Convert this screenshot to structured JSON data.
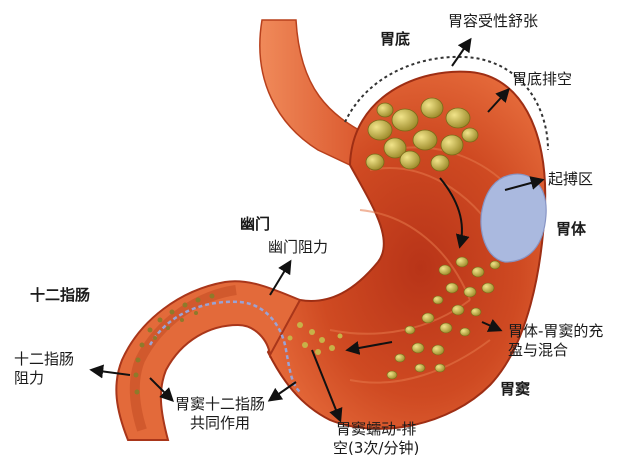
{
  "labels": {
    "fundus": "胃底",
    "receptive_relaxation": "胃容受性舒张",
    "fundus_emptying": "胃底排空",
    "pacemaker_zone": "起搏区",
    "body": "胃体",
    "pylorus": "幽门",
    "pyloric_resistance": "幽门阻力",
    "duodenum": "十二指肠",
    "duodenal_resistance_l1": "十二指肠",
    "duodenal_resistance_l2": "阻力",
    "antro_duodenal_l1": "胃窦十二指肠",
    "antro_duodenal_l2": "共同作用",
    "antral_peristalsis_l1": "胃窦蠕动-排",
    "antral_peristalsis_l2": "空(3次/分钟)",
    "filling_mixing_l1": "胃体-胃窦的充",
    "filling_mixing_l2": "盈与混合",
    "antrum": "胃窦"
  },
  "colors": {
    "wall_outer": "#d9552b",
    "wall_inner": "#c8431f",
    "mucosa": "#b83418",
    "food_particle": "#b6a43a",
    "pacemaker_region": "#aab9df",
    "arrow": "#111111"
  }
}
